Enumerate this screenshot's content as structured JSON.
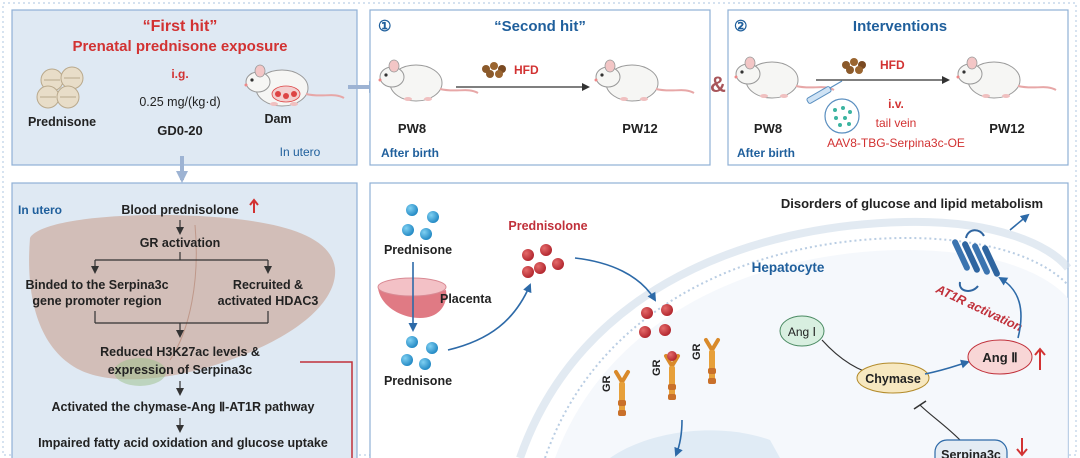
{
  "first_hit": {
    "title": "“First hit”",
    "subtitle": "Prenatal prednisone exposure",
    "route": "i.g.",
    "dose": "0.25 mg/(kg·d)",
    "drug": "Prednisone",
    "window": "GD0-20",
    "animal": "Dam",
    "location": "In utero"
  },
  "second_hit": {
    "number": "①",
    "title": "“Second hit”",
    "diet": "HFD",
    "start": "PW8",
    "start_note": "After birth",
    "end": "PW12"
  },
  "connector": "&",
  "interventions": {
    "number": "②",
    "title": "Interventions",
    "diet": "HFD",
    "route": "i.v.",
    "site": "tail vein",
    "vector": "AAV8-TBG-Serpina3c-OE",
    "start": "PW8",
    "start_note": "After birth",
    "end": "PW12"
  },
  "mechanism": {
    "location": "In utero",
    "blood": "Blood prednisolone",
    "gr_activation": "GR activation",
    "left_branch_line1": "Binded to the Serpina3c",
    "left_branch_line2": "gene promoter region",
    "right_branch_line1": "Recruited &",
    "right_branch_line2": "activated  HDAC3",
    "reduced_line1": "Reduced H3K27ac levels &",
    "reduced_line2": "expression of  Serpina3c",
    "pathway": "Activated the chymase-Ang Ⅱ-AT1R pathway",
    "impaired": "Impaired fatty acid oxidation and glucose uptake"
  },
  "cell": {
    "prednisone_top": "Prednisone",
    "placenta": "Placenta",
    "prednisone_bottom": "Prednisone",
    "prednisolone": "Prednisolone",
    "hepatocyte": "Hepatocyte",
    "disorders": "Disorders of glucose and lipid metabolism",
    "at1r": "AT1R activation",
    "ang1": "Ang Ⅰ",
    "chymase": "Chymase",
    "ang2": "Ang Ⅱ",
    "serpina": "Serpina3c",
    "gr": "GR"
  },
  "colors": {
    "title_red": "#d23232",
    "blue_text": "#1f5f9c",
    "panel_bg": "#dfe9f3",
    "panel_border": "#8fb0d6",
    "arrow_blue": "#2d6aa8",
    "molecule_blue": "#2a8fc8",
    "molecule_red": "#c0303a",
    "ang_green": "#d8efe0",
    "ang2_pink": "#f8d6d6",
    "chymase_yellow": "#f7e8c0"
  },
  "icons": [
    "pill-icon",
    "mouse-icon",
    "hfd-pellet-icon",
    "liver-icon",
    "placenta-icon",
    "gr-receptor-icon",
    "at1r-receptor-icon",
    "syringe-icon",
    "up-arrow-icon",
    "down-arrow-icon"
  ]
}
